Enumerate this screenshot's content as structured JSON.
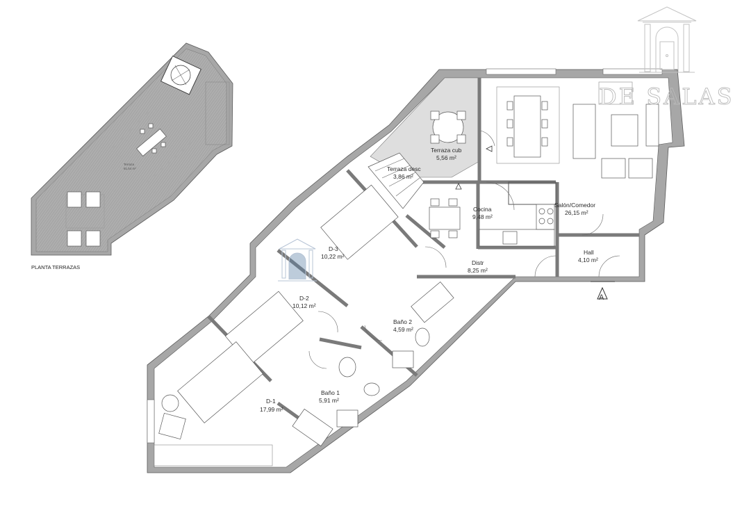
{
  "terrace_plan": {
    "caption": "PLANTA TERRAZAS",
    "room": {
      "name": "Terraza",
      "area": "61,54 m²"
    }
  },
  "rooms": [
    {
      "id": "terraza-cub",
      "name": "Terraza cub",
      "area": "5,56 m²"
    },
    {
      "id": "terraza-desc",
      "name": "Terraza desc",
      "area": "3,86 m²"
    },
    {
      "id": "cocina",
      "name": "Cocina",
      "area": "9,48 m²"
    },
    {
      "id": "salon",
      "name": "Salón/Comedor",
      "area": "26,15 m²"
    },
    {
      "id": "hall",
      "name": "Hall",
      "area": "4,10 m²"
    },
    {
      "id": "distr",
      "name": "Distr",
      "area": "8,25 m²"
    },
    {
      "id": "d3",
      "name": "D-3",
      "area": "10,22 m²"
    },
    {
      "id": "d2",
      "name": "D-2",
      "area": "10,12 m²"
    },
    {
      "id": "bano2",
      "name": "Baño 2",
      "area": "4,59 m²"
    },
    {
      "id": "d1",
      "name": "D-1",
      "area": "17,99 m²"
    },
    {
      "id": "bano1",
      "name": "Baño 1",
      "area": "5,91 m²"
    }
  ],
  "entrance_marker": "A",
  "brand": {
    "name": "DE SALAS",
    "color": "#b9b9b9",
    "logo_icon": "house-door-logo-icon"
  },
  "colors": {
    "wall": "#a7a7a7",
    "terrace_fill": "#dcdcdc",
    "line": "#555555"
  }
}
